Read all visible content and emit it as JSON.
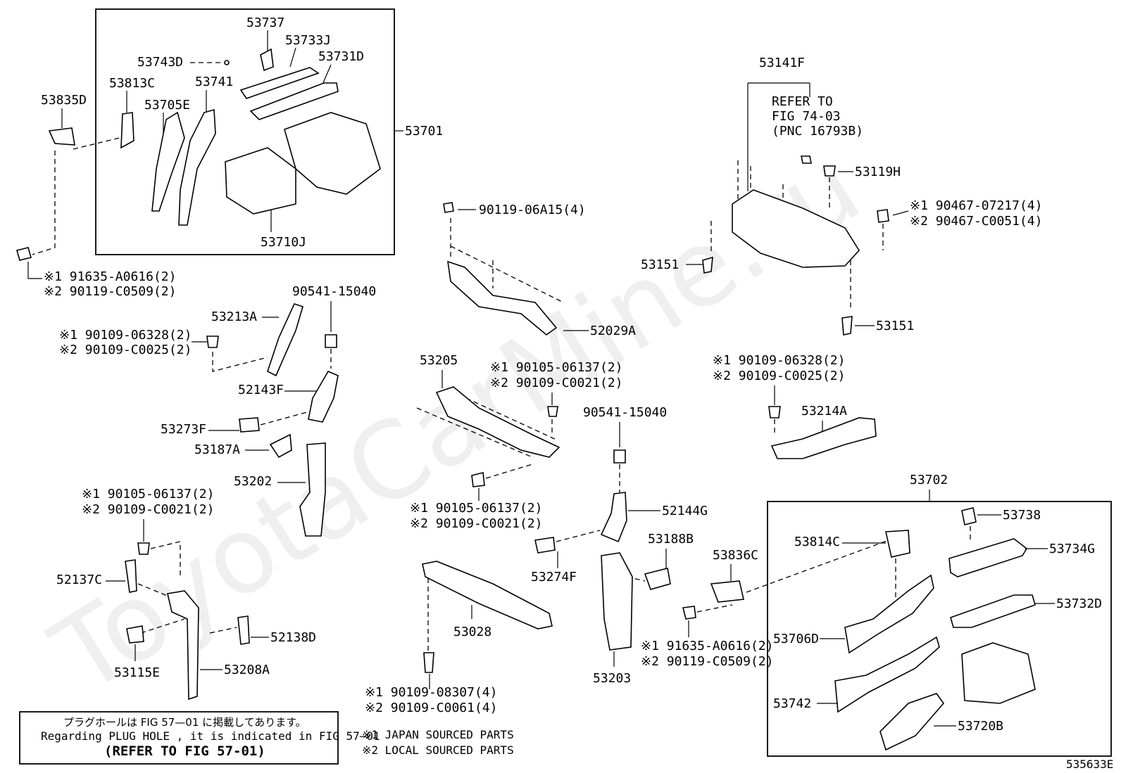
{
  "watermark": "ToyotaCarMine.ru",
  "drawing_number": "535633E",
  "legend": {
    "japan": "※1 JAPAN SOURCED PARTS",
    "local": "※2 LOCAL SOURCED PARTS"
  },
  "plug_note": {
    "jp": "プラグホールは FIG 57—01 に掲載してあります。",
    "en": "Regarding  PLUG HOLE , it is indicated in FIG  57—01",
    "refer": "(REFER TO FIG 57-01)"
  },
  "refer_block": {
    "line1": "REFER TO",
    "line2": "FIG 74-03",
    "line3": "(PNC 16793B)"
  },
  "labels": {
    "p53737": "53737",
    "p53733J": "53733J",
    "p53743D": "53743D",
    "p53731D": "53731D",
    "p53813C": "53813C",
    "p53741": "53741",
    "p53835D": "53835D",
    "p53705E": "53705E",
    "p53701": "53701",
    "p53710J": "53710J",
    "p53141F": "53141F",
    "p53119H": "53119H",
    "p53151a": "53151",
    "p53151b": "53151",
    "p90467a": "※1  90467-07217(4)",
    "p90467b": "※2  90467-C0051(4)",
    "p90119_06A15": "90119-06A15(4)",
    "p52029A": "52029A",
    "p91635a": "※1  91635-A0616(2)",
    "p90119_C0509a": "※2  90119-C0509(2)",
    "p90541a": "90541-15040",
    "p53213A": "53213A",
    "p90109_06328a": "※1  90109-06328(2)",
    "p90109_C0025a": "※2  90109-C0025(2)",
    "p52143F": "52143F",
    "p53273F": "53273F",
    "p53187A": "53187A",
    "p53202": "53202",
    "p53205": "53205",
    "p90105_a1": "※1  90105-06137(2)",
    "p90109_C0021_a2": "※2  90109-C0021(2)",
    "p90105_b1": "※1  90105-06137(2)",
    "p90109_C0021_b2": "※2  90109-C0021(2)",
    "p90105_c1": "※1  90105-06137(2)",
    "p90109_C0021_c2": "※2  90109-C0021(2)",
    "p90541b": "90541-15040",
    "p52144G": "52144G",
    "p53188B": "53188B",
    "p53274F": "53274F",
    "p90109_06328b": "※1  90109-06328(2)",
    "p90109_C0025b": "※2  90109-C0025(2)",
    "p53214A": "53214A",
    "p52137C": "52137C",
    "p52138D": "52138D",
    "p53115E": "53115E",
    "p53208A": "53208A",
    "p53028": "53028",
    "p90109_08307": "※1 90109-08307(4)",
    "p90109_C0061": "※2 90109-C0061(4)",
    "p53203": "53203",
    "p53836C": "53836C",
    "p91635b": "※1  91635-A0616(2)",
    "p90119_C0509b": "※2  90119-C0509(2)",
    "p53702": "53702",
    "p53738": "53738",
    "p53814C": "53814C",
    "p53734G": "53734G",
    "p53732D": "53732D",
    "p53706D": "53706D",
    "p53742": "53742",
    "p53720B": "53720B"
  }
}
